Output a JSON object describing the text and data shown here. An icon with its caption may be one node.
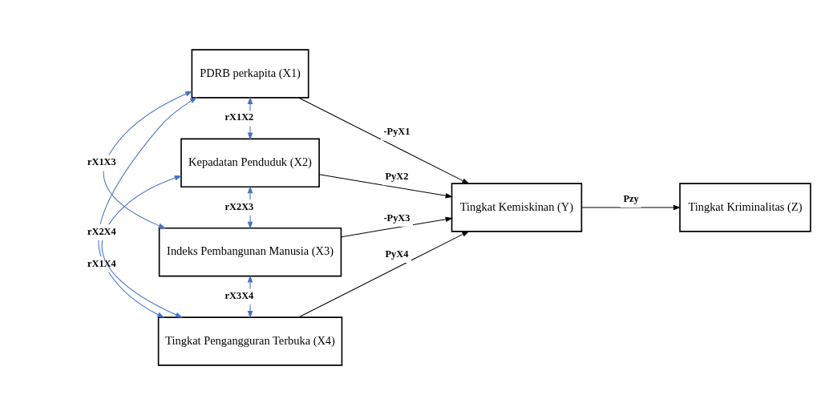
{
  "diagram": {
    "nodes": [
      {
        "text": [
          "PDRB perkapita (X1)"
        ]
      },
      {
        "text": [
          "Kepadatan Penduduk (X2)"
        ]
      },
      {
        "text": [
          "Indeks Pembangunan Manusia (X3)"
        ]
      },
      {
        "text": [
          "Tingkat Pengangguran Terbuka (X4)"
        ]
      },
      {
        "text": [
          "Tingkat Kemiskinan (Y)"
        ]
      },
      {
        "text": [
          "Tingkat Kriminalitas (Z)"
        ]
      }
    ],
    "edges": [
      {
        "from": 0,
        "to": 3,
        "arrow": "both",
        "label": "rX1X4",
        "color": "#4472c4"
      },
      {
        "from": 0,
        "to": 2,
        "arrow": "both",
        "label": "rX1X3",
        "color": "#4472c4"
      },
      {
        "from": 0,
        "to": 1,
        "arrow": "both",
        "label": "rX1X2",
        "color": "#4472c4"
      },
      {
        "from": 1,
        "to": 2,
        "arrow": "both",
        "label": "rX2X3",
        "color": "#4472c4"
      },
      {
        "from": 1,
        "to": 3,
        "arrow": "both",
        "label": "rX2X4",
        "color": "#4472c4"
      },
      {
        "from": 2,
        "to": 3,
        "arrow": "both",
        "label": "rX3X4",
        "color": "#4472c4"
      },
      {
        "from": 0,
        "to": 4,
        "arrow": "to",
        "label": "-PyX1",
        "color": "#000000"
      },
      {
        "from": 1,
        "to": 4,
        "arrow": "to",
        "label": "PyX2",
        "color": "#000000"
      },
      {
        "from": 2,
        "to": 4,
        "arrow": "to",
        "label": "-PyX3",
        "color": "#000000"
      },
      {
        "from": 3,
        "to": 4,
        "arrow": "to",
        "label": "PyX4",
        "color": "#000000"
      },
      {
        "from": 4,
        "to": 5,
        "arrow": "to",
        "label": "Pzy",
        "color": "#000000"
      }
    ]
  }
}
